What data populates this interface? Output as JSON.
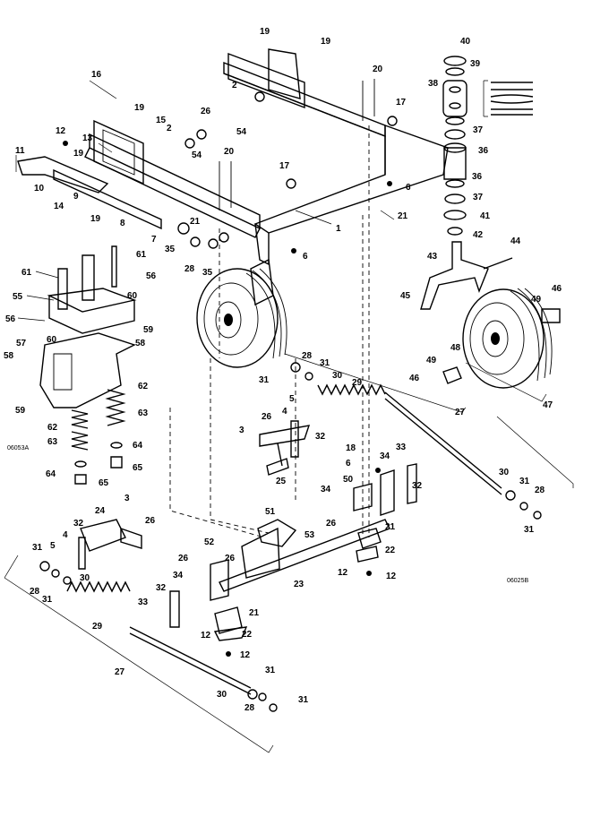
{
  "figure_codes": [
    "06053A",
    "06025B"
  ],
  "part_numbers": [
    "1",
    "2",
    "3",
    "4",
    "5",
    "6",
    "7",
    "8",
    "9",
    "10",
    "11",
    "12",
    "13",
    "14",
    "15",
    "16",
    "17",
    "18",
    "19",
    "20",
    "21",
    "22",
    "23",
    "24",
    "25",
    "26",
    "27",
    "28",
    "29",
    "30",
    "31",
    "32",
    "33",
    "34",
    "35",
    "36",
    "37",
    "38",
    "39",
    "40",
    "41",
    "42",
    "43",
    "44",
    "45",
    "46",
    "47",
    "48",
    "49",
    "50",
    "51",
    "52",
    "53",
    "54",
    "55",
    "56",
    "57",
    "58",
    "59",
    "60",
    "61",
    "62",
    "63",
    "64",
    "65"
  ]
}
